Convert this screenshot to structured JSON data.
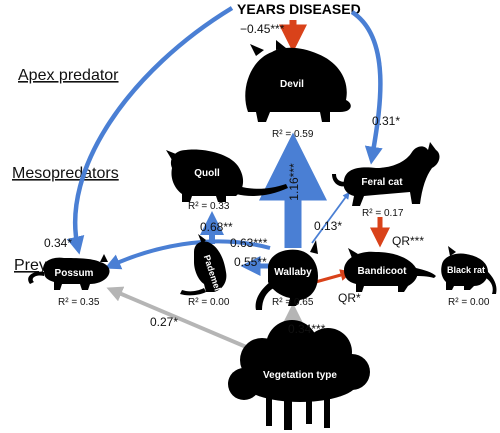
{
  "header": {
    "title": "YEARS DISEASED"
  },
  "levels": {
    "apex": "Apex predator",
    "meso": "Mesopredators",
    "prey": "Prey"
  },
  "nodes": {
    "devil": {
      "label": "Devil",
      "r2": "R² = 0.59"
    },
    "quoll": {
      "label": "Quoll",
      "r2": "R² = 0.33"
    },
    "feral_cat": {
      "label": "Feral cat",
      "r2": "R² = 0.17"
    },
    "possum": {
      "label": "Possum",
      "r2": "R² = 0.35"
    },
    "pademelon": {
      "label": "Pademelon",
      "r2": "R² = 0.00"
    },
    "wallaby": {
      "label": "Wallaby",
      "r2": "R² = 0.65"
    },
    "bandicoot": {
      "label": "Bandicoot",
      "r2": ""
    },
    "black_rat": {
      "label": "Black rat",
      "r2": "R² = 0.00"
    },
    "vegetation": {
      "label": "Vegetation type"
    }
  },
  "edges": {
    "years_devil": "−0.45***",
    "years_cat": "0.31*",
    "years_possum": "0.34*",
    "wallaby_devil": "1.16***",
    "wallaby_cat": "0.13*",
    "pademelon_quoll": "0.68**",
    "wallaby_possum": "0.63***",
    "wallaby_pademelon": "0.55**",
    "cat_bandicoot": "QR***",
    "wallaby_bandicoot": "QR*",
    "veg_possum": "0.27*",
    "veg_wallaby": "0.34***"
  },
  "colors": {
    "positive": "#4a7fd4",
    "negative": "#d9421a",
    "vegetation": "#b5b5b5",
    "silhouette": "#000000"
  }
}
